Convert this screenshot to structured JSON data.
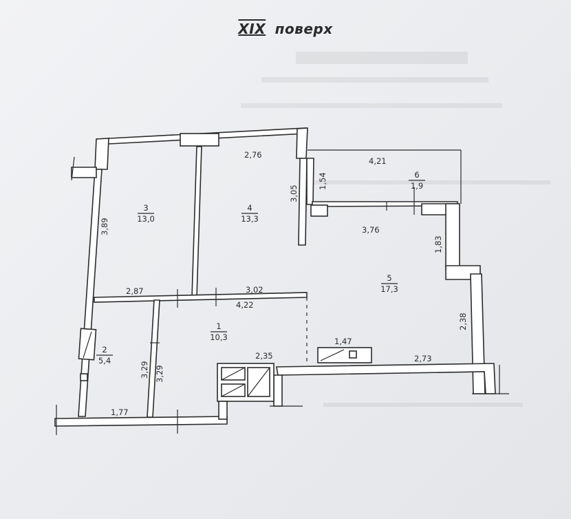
{
  "title": {
    "floor_number": "XIX",
    "floor_word": "поверх"
  },
  "rooms": [
    {
      "id": "room-3",
      "number": "3",
      "area": "13,0"
    },
    {
      "id": "room-4",
      "number": "4",
      "area": "13,3"
    },
    {
      "id": "room-6",
      "number": "6",
      "area": "1,9"
    },
    {
      "id": "room-5",
      "number": "5",
      "area": "17,3"
    },
    {
      "id": "room-1",
      "number": "1",
      "area": "10,3"
    },
    {
      "id": "room-2",
      "number": "2",
      "area": "5,4"
    }
  ],
  "dimensions": [
    {
      "id": "dim-2-76",
      "text": "2,76"
    },
    {
      "id": "dim-4-21",
      "text": "4,21"
    },
    {
      "id": "dim-1-54",
      "text": "1,54"
    },
    {
      "id": "dim-3-05",
      "text": "3,05"
    },
    {
      "id": "dim-3-89",
      "text": "3,89"
    },
    {
      "id": "dim-3-76",
      "text": "3,76"
    },
    {
      "id": "dim-1-83",
      "text": "1,83"
    },
    {
      "id": "dim-2-87",
      "text": "2,87"
    },
    {
      "id": "dim-3-02",
      "text": "3,02"
    },
    {
      "id": "dim-4-22",
      "text": "4,22"
    },
    {
      "id": "dim-2-38",
      "text": "2,38"
    },
    {
      "id": "dim-1-47",
      "text": "1,47"
    },
    {
      "id": "dim-2-35",
      "text": "2,35"
    },
    {
      "id": "dim-2-73",
      "text": "2,73"
    },
    {
      "id": "dim-3-29-a",
      "text": "3,29"
    },
    {
      "id": "dim-3-29-b",
      "text": "3,29"
    },
    {
      "id": "dim-1-77",
      "text": "1,77"
    }
  ]
}
